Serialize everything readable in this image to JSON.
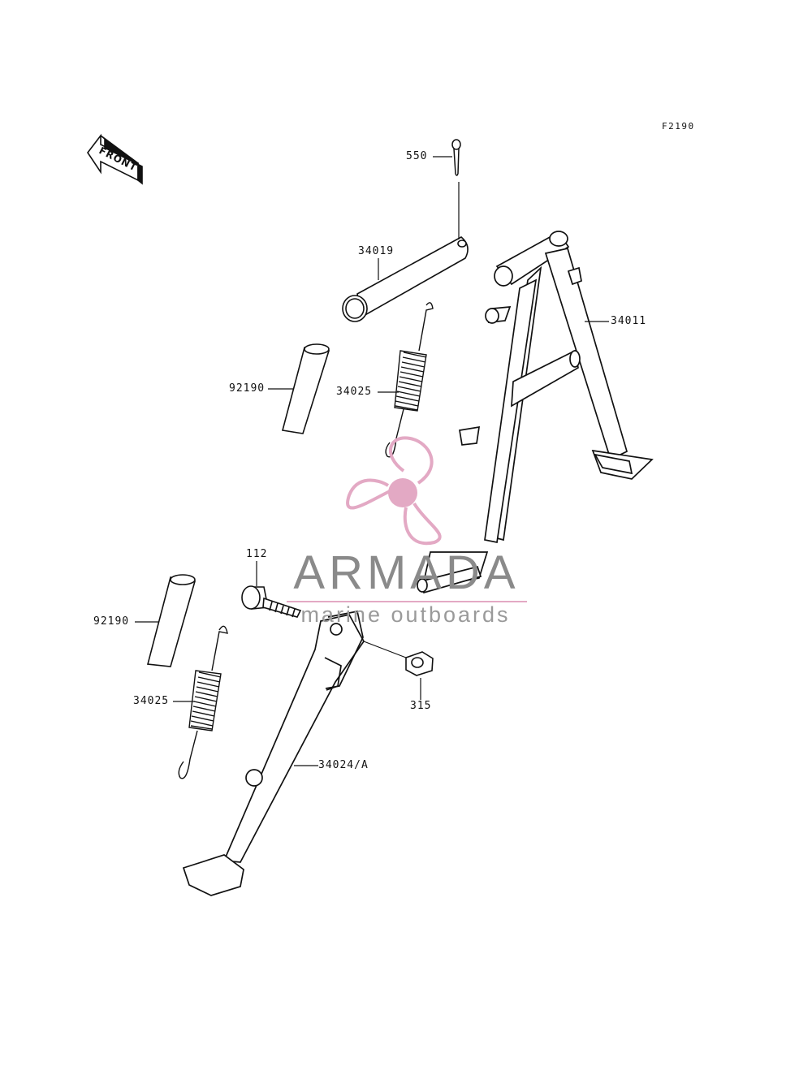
{
  "diagram": {
    "reference_code": "F2190",
    "front_indicator": "FRONT",
    "parts": [
      {
        "id": "550",
        "label": "550"
      },
      {
        "id": "34019",
        "label": "34019"
      },
      {
        "id": "34011",
        "label": "34011"
      },
      {
        "id": "92190a",
        "label": "92190"
      },
      {
        "id": "34025a",
        "label": "34025"
      },
      {
        "id": "112",
        "label": "112"
      },
      {
        "id": "92190b",
        "label": "92190"
      },
      {
        "id": "34025b",
        "label": "34025"
      },
      {
        "id": "315",
        "label": "315"
      },
      {
        "id": "34024",
        "label": "34024/A"
      }
    ]
  },
  "watermark": {
    "title": "ARMADA",
    "subtitle": "marine outboards",
    "accent_color": "#e3a9c4",
    "text_color": "#8a8a8a"
  }
}
